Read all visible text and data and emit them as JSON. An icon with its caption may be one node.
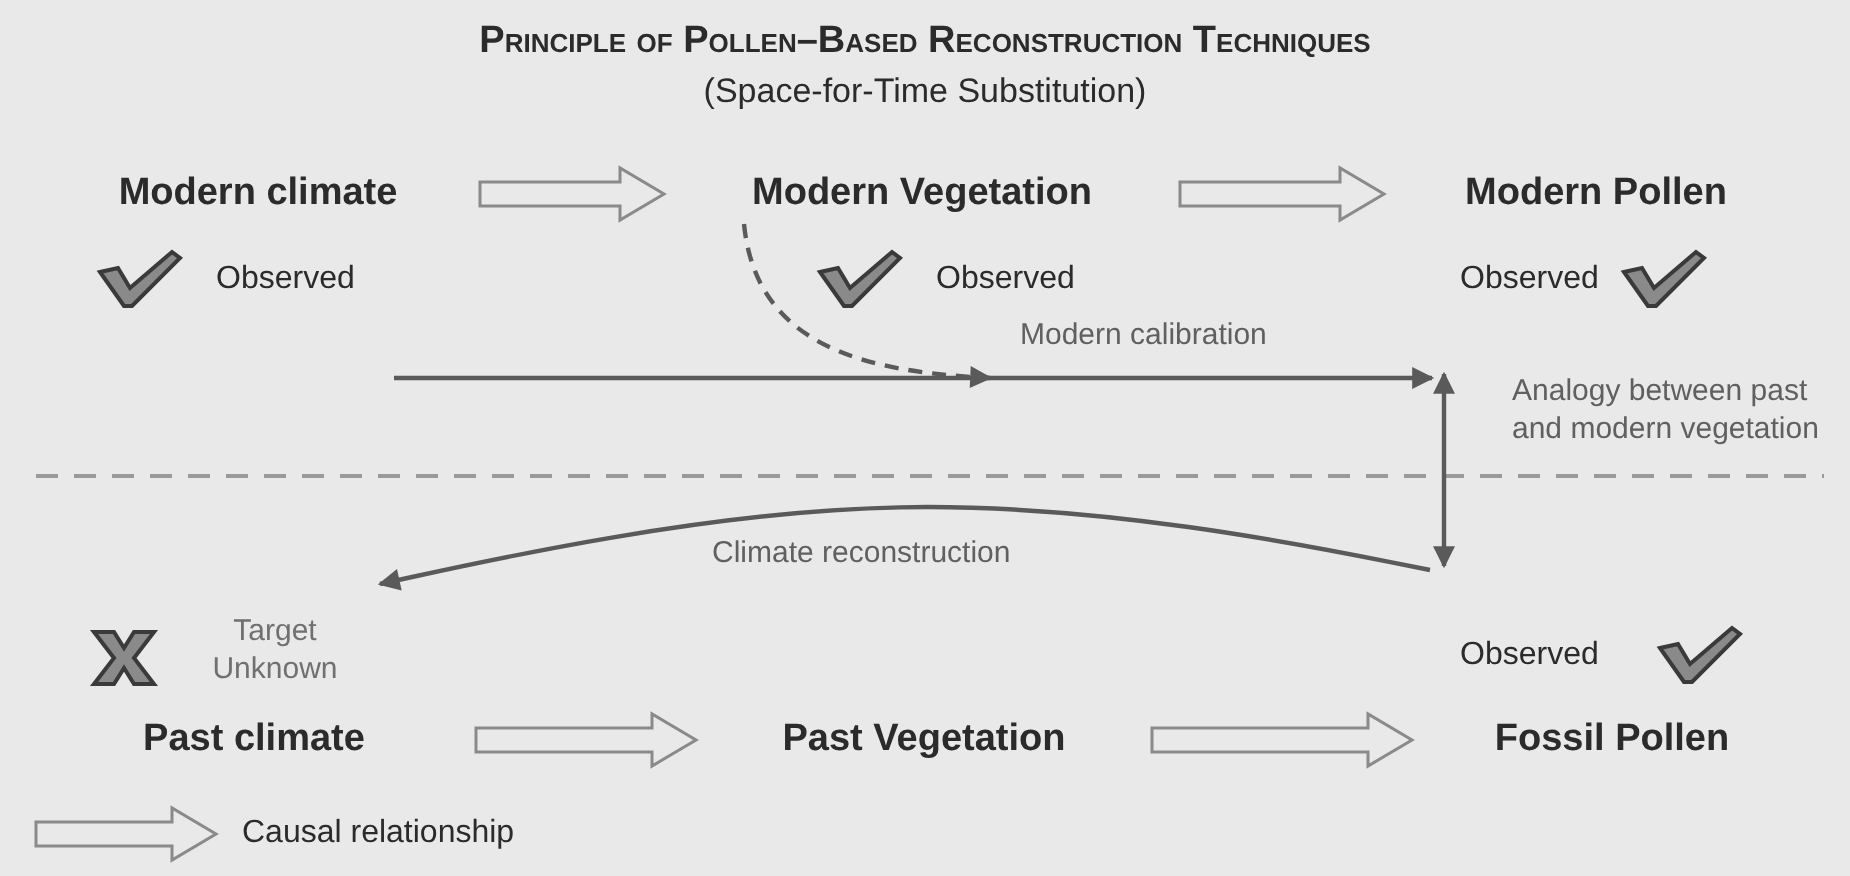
{
  "diagram": {
    "title": "Principle of Pollen–Based Reconstruction Techniques",
    "nodes": [
      {
        "text": [
          "Modern climate"
        ],
        "beside": [
          "Observed"
        ]
      },
      {
        "text": [
          "Modern Vegetation"
        ],
        "beside": [
          "Observed"
        ]
      },
      {
        "text": [
          "Modern Pollen"
        ],
        "beside": [
          "Observed"
        ]
      },
      {
        "text": [
          "Past climate"
        ],
        "beside": [
          "Target Unknown"
        ]
      },
      {
        "text": [
          "Past Vegetation"
        ]
      },
      {
        "text": [
          "Fossil Pollen"
        ],
        "beside": [
          "Observed"
        ]
      }
    ],
    "edges": [
      {
        "from": 0,
        "to": 1,
        "arrow": "to"
      },
      {
        "from": 1,
        "to": 2,
        "arrow": "to"
      },
      {
        "from": 0,
        "to": 2,
        "arrow": "to",
        "label": "Modern calibration"
      },
      {
        "from": 1,
        "to": null,
        "arrow": "to",
        "style": "dashed"
      },
      {
        "from": 2,
        "to": 5,
        "arrow": "both"
      },
      {
        "from": 5,
        "to": 3,
        "arrow": "to",
        "label": "Climate reconstruction"
      },
      {
        "from": 3,
        "to": 4,
        "arrow": "to"
      },
      {
        "from": 4,
        "to": 5,
        "arrow": "to"
      }
    ],
    "labels": [
      "(Space-for-Time Substitution)",
      "Analogy between past and modern vegetation"
    ],
    "legend": [
      {
        "text": "Causal relationship"
      }
    ]
  }
}
